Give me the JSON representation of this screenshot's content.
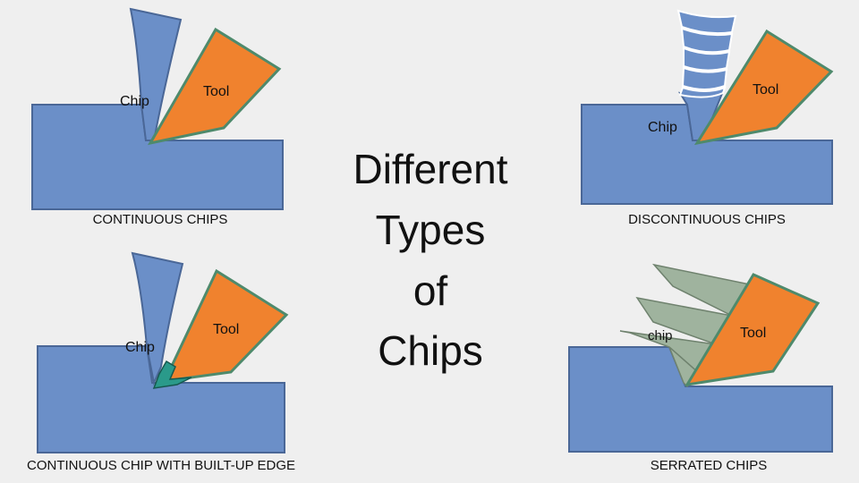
{
  "title": {
    "line1": "Different",
    "line2": "Types",
    "line3": "of",
    "line4": "Chips"
  },
  "panels": {
    "continuous": {
      "caption": "CONTINUOUS CHIPS",
      "chip_label": "Chip",
      "tool_label": "Tool"
    },
    "discontinuous": {
      "caption": "DISCONTINUOUS CHIPS",
      "chip_label": "Chip",
      "tool_label": "Tool"
    },
    "built_up_edge": {
      "caption": "CONTINUOUS CHIP WITH BUILT-UP EDGE",
      "chip_label": "Chip",
      "tool_label": "Tool"
    },
    "serrated": {
      "caption": "SERRATED CHIPS",
      "chip_label": "chip",
      "tool_label": "Tool"
    }
  },
  "colors": {
    "background": "#efefef",
    "workpiece": "#6b8fc8",
    "workpiece_border": "#4a6797",
    "tool": "#f0822e",
    "tool_border": "#4e8a6c",
    "serrated_chip": "#9fb39e",
    "built_up_edge": "#2a9a8a",
    "text": "#111111"
  }
}
